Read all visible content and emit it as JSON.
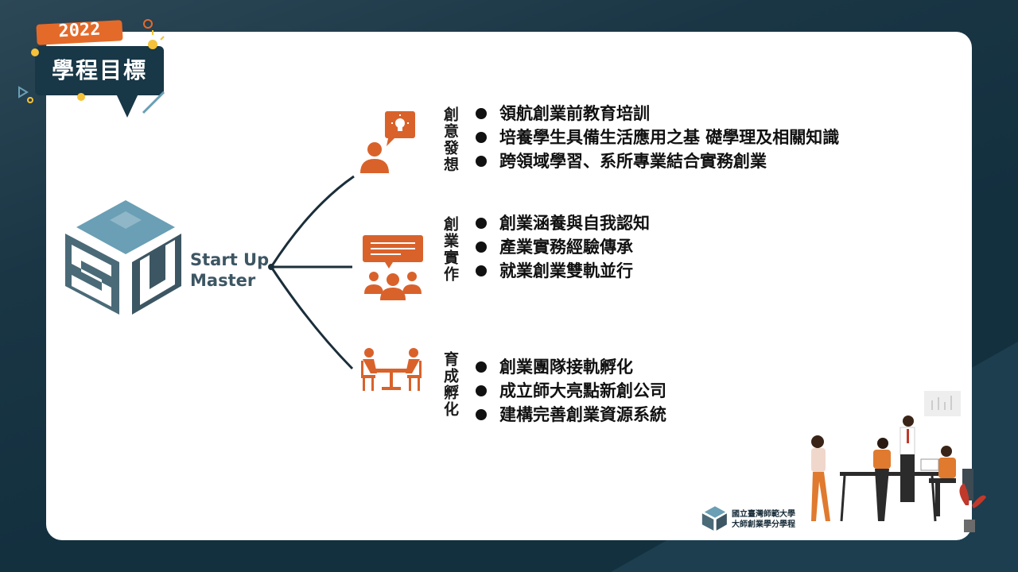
{
  "header": {
    "year": "2022",
    "title": "學程目標"
  },
  "logo": {
    "line1": "Start Up",
    "line2": "Master"
  },
  "sections": [
    {
      "title": "創意發想",
      "icon": "idea-person-icon",
      "items": [
        "領航創業前教育培訓",
        "培養學生具備生活應用之基 礎學理及相關知識",
        "跨領域學習、系所專業結合實務創業"
      ]
    },
    {
      "title": "創業實作",
      "icon": "team-discussion-icon",
      "items": [
        "創業涵養與自我認知",
        "產業實務經驗傳承",
        "就業創業雙軌並行"
      ]
    },
    {
      "title": "育成孵化",
      "icon": "meeting-table-icon",
      "items": [
        "創業團隊接軌孵化",
        "成立師大亮點新創公司",
        "建構完善創業資源系統"
      ]
    }
  ],
  "footer": {
    "school_line1": "國立臺灣師範大學",
    "school_line2": "大師創業學分學程"
  },
  "colors": {
    "accent": "#d9622b",
    "dark": "#183747",
    "logo_light": "#6a9fb5",
    "logo_dark": "#3d5663"
  }
}
